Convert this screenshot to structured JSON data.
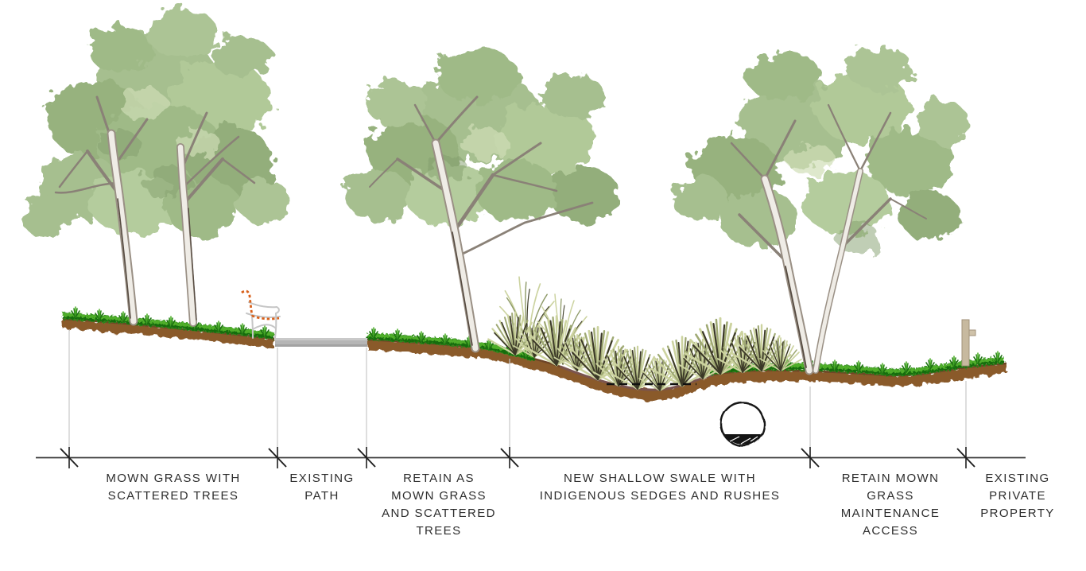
{
  "diagram": {
    "zones": [
      {
        "id": "mown-grass-scattered-trees",
        "label": "MOWN GRASS WITH\nSCATTERED TREES"
      },
      {
        "id": "existing-path",
        "label": "EXISTING\nPATH"
      },
      {
        "id": "retain-mown-grass-trees",
        "label": "RETAIN AS\nMOWN GRASS\nAND SCATTERED\nTREES"
      },
      {
        "id": "new-shallow-swale",
        "label": "NEW SHALLOW SWALE WITH\nINDIGENOUS SEDGES AND RUSHES"
      },
      {
        "id": "maintenance-access",
        "label": "RETAIN MOWN\nGRASS\nMAINTENANCE\nACCESS"
      },
      {
        "id": "private-property",
        "label": "EXISTING\nPRIVATE\nPROPERTY"
      }
    ],
    "colors": {
      "foliage_light": "#aec794",
      "foliage_mid": "#a3bd8b",
      "foliage_dark": "#8fab76",
      "trunk": "#eeebe5",
      "grass_green": "#2f8c1d",
      "soil_brown": "#8a5a2c",
      "swale_soil_edge": "#7a544e",
      "path_grey": "#b5b5b5",
      "bench_accent_orange": "#d8611c",
      "sedge_pale": "#ccd39f",
      "dimension_line": "#3a3a3a",
      "label_text": "#2d2d2d"
    }
  }
}
